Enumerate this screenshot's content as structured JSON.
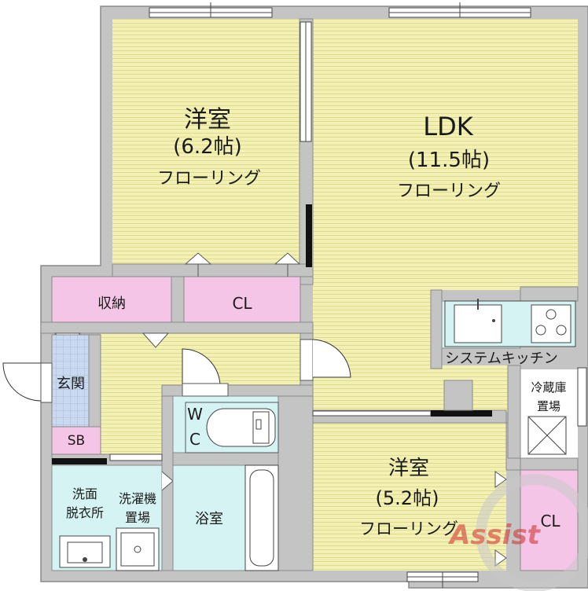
{
  "rooms": {
    "western1": {
      "name": "洋室",
      "size": "(6.2帖)",
      "floor": "フローリング"
    },
    "ldk": {
      "name": "LDK",
      "size": "(11.5帖)",
      "floor": "フローリング"
    },
    "western2": {
      "name": "洋室",
      "size": "(5.2帖)",
      "floor": "フローリング"
    },
    "storage": "収納",
    "closet1": "CL",
    "closet2": "CL",
    "entrance": "玄関",
    "shoebox": "SB",
    "toilet_w": "W",
    "toilet_c": "C",
    "washroom": [
      "洗面",
      "脱衣所"
    ],
    "washer": [
      "洗濯機",
      "置場"
    ],
    "bath": "浴室",
    "kitchen": "システムキッチン",
    "fridge": [
      "冷蔵庫",
      "置場"
    ]
  },
  "watermark": "Assist",
  "colors": {
    "floor": "#f3f0b4",
    "floor_line": "#e2dc94",
    "closet": "#f4c5e6",
    "wet": "#d6f3f3",
    "entrance_tile": "#c8d8ef",
    "wall": "#c4c4c4",
    "wall_edge": "#8a8a8a"
  }
}
